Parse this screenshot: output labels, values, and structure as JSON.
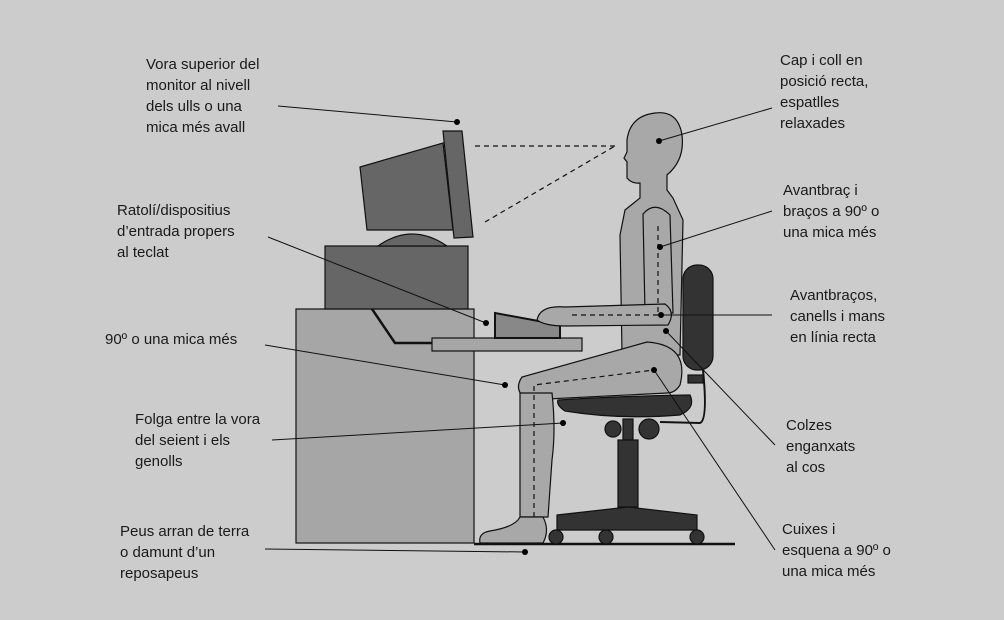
{
  "colors": {
    "background": "#cccccc",
    "monitor": "#666666",
    "desk": "#a6a6a6",
    "body": "#a8a8a8",
    "chair": "#333333"
  },
  "labels": {
    "monitor": "Vora superior del\nmonitor al nivell\ndels ulls o una\nmica més avall",
    "mouse": "Ratolí/dispositius\nd’entrada propers\nal teclat",
    "knee_angle": "90º o una mica més",
    "knee_gap": "Folga entre la vora\ndel seient i els\ngenolls",
    "feet": "Peus arran de terra\no damunt d’un\nreposapeus",
    "head": "Cap i coll en\nposició recta,\nespatlles\nrelaxades",
    "arms": "Avantbraç i\nbraços a 90º o\nuna mica més",
    "wrists": "Avantbraços,\ncanells i mans\nen línia recta",
    "elbows": "Colzes\nenganxats\nal cos",
    "thighs": "Cuixes i\nesquena a 90º o\nuna mica més"
  }
}
